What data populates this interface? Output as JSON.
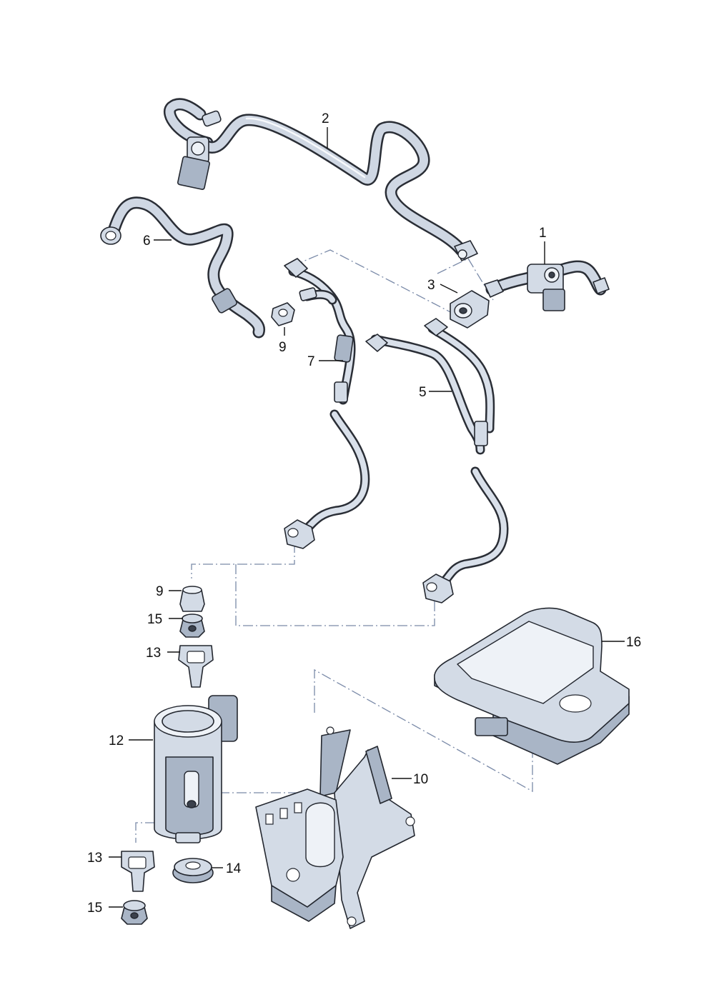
{
  "labels": {
    "p1": "1",
    "p2": "2",
    "p3": "3",
    "p5": "5",
    "p6": "6",
    "p7": "7",
    "p9a": "9",
    "p9b": "9",
    "p10": "10",
    "p12": "12",
    "p13a": "13",
    "p13b": "13",
    "p14": "14",
    "p15a": "15",
    "p15b": "15",
    "p16": "16"
  },
  "colors": {
    "line": "#23272f",
    "part_fill": "#d3dbe6",
    "shadow": "#a9b5c6",
    "dash": "#7a8aa8"
  }
}
